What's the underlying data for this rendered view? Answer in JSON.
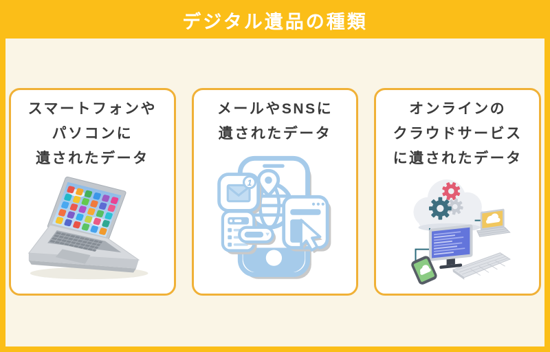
{
  "header": {
    "title": "デジタル遺品の種類"
  },
  "palette": {
    "yellow": "#FBBE18",
    "cream": "#FAF5E6",
    "card_border": "#F0B137",
    "text": "#3B3B3B",
    "blue": "#A6CBEA",
    "lightblue": "#C3DDF3",
    "shadow": "#C9C9C9",
    "teal_line": "#2E6C7D"
  },
  "cards": [
    {
      "title": "スマートフォンや\nパソコンに\n遺されたデータ",
      "icon": "laptop-photo"
    },
    {
      "title": "メールやSNSに\n遺されたデータ",
      "icon": "smartphone-apps-illustration",
      "badge": "1"
    },
    {
      "title": "オンラインの\nクラウドサービス\nに遺されたデータ",
      "icon": "cloud-network-illustration"
    }
  ]
}
